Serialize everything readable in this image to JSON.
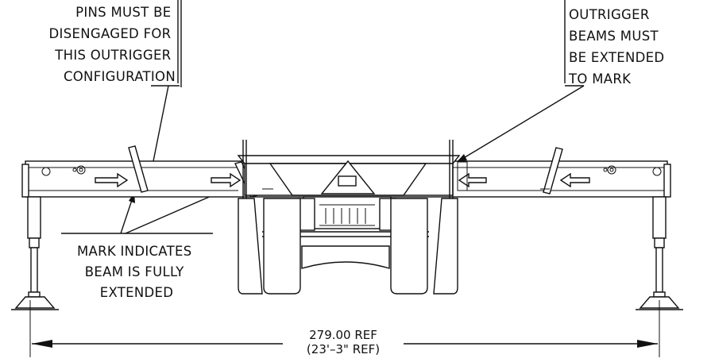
{
  "notes": {
    "pins_disengaged": [
      "PINS MUST BE",
      "DISENGAGED FOR",
      "THIS OUTRIGGER",
      "CONFIGURATION"
    ],
    "beams_extended": [
      "OUTRIGGER",
      "BEAMS MUST",
      "BE EXTENDED",
      "TO MARK"
    ],
    "mark_indicates": [
      "MARK INDICATES",
      "BEAM IS FULLY",
      "EXTENDED"
    ]
  },
  "dimension": {
    "value": "279.00 REF",
    "imperial": "(23'–3\" REF)"
  }
}
